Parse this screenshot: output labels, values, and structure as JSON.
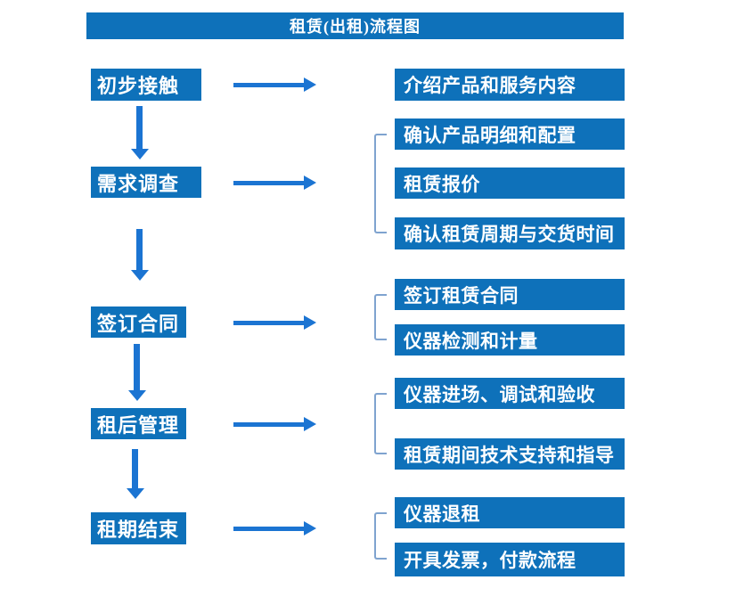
{
  "title": "租赁(出租)流程图",
  "colors": {
    "box_blue": "#0E71BA",
    "arrow_blue": "#1B74D2",
    "bracket_blue": "#7FA3CF",
    "text": "#FFFFFF",
    "background": "#FFFFFF"
  },
  "steps": [
    {
      "label": "初步接触",
      "details": [
        "介绍产品和服务内容"
      ]
    },
    {
      "label": "需求调查",
      "details": [
        "确认产品明细和配置",
        "租赁报价",
        "确认租赁周期与交货时间"
      ]
    },
    {
      "label": "签订合同",
      "details": [
        "签订租赁合同",
        "仪器检测和计量"
      ]
    },
    {
      "label": "租后管理",
      "details": [
        "仪器进场、调试和验收",
        "租赁期间技术支持和指导"
      ]
    },
    {
      "label": "租期结束",
      "details": [
        "仪器退租",
        "开具发票，付款流程"
      ]
    }
  ]
}
